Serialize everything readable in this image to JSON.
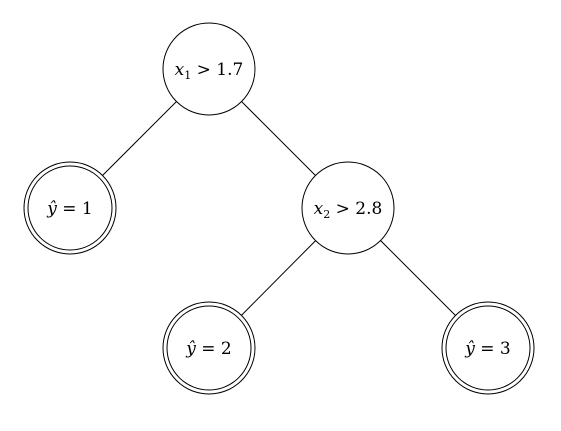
{
  "tree": {
    "nodes": [
      {
        "id": "root",
        "kind": "decision",
        "variable": "x",
        "subscript": "1",
        "operator": ">",
        "threshold": "1.7"
      },
      {
        "id": "leaf-1",
        "kind": "leaf",
        "variable": "ŷ",
        "operator": "=",
        "value": "1"
      },
      {
        "id": "split-2",
        "kind": "decision",
        "variable": "x",
        "subscript": "2",
        "operator": ">",
        "threshold": "2.8"
      },
      {
        "id": "leaf-2",
        "kind": "leaf",
        "variable": "ŷ",
        "operator": "=",
        "value": "2"
      },
      {
        "id": "leaf-3",
        "kind": "leaf",
        "variable": "ŷ",
        "operator": "=",
        "value": "3"
      }
    ],
    "edges": [
      {
        "from": "root",
        "to": "leaf-1"
      },
      {
        "from": "root",
        "to": "split-2"
      },
      {
        "from": "split-2",
        "to": "leaf-2"
      },
      {
        "from": "split-2",
        "to": "leaf-3"
      }
    ]
  }
}
